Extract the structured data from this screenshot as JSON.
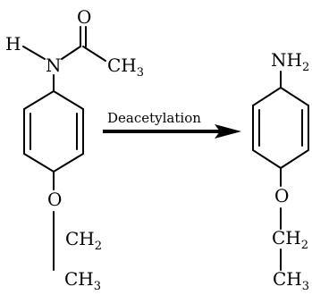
{
  "reactant": {
    "atoms": {
      "h": "H",
      "n": "N",
      "o_carbonyl": "O",
      "ch3_c": "CH",
      "ch3_sub": "3",
      "o_ether": "O",
      "ch2_c": "CH",
      "ch2_sub": "2",
      "ch3b_c": "CH",
      "ch3b_sub": "3"
    }
  },
  "reaction": {
    "label": "Deacetylation"
  },
  "product": {
    "atoms": {
      "nh_c": "NH",
      "nh_sub": "2",
      "o_ether": "O",
      "ch2_c": "CH",
      "ch2_sub": "2",
      "ch3_c": "CH",
      "ch3_sub": "3"
    }
  }
}
